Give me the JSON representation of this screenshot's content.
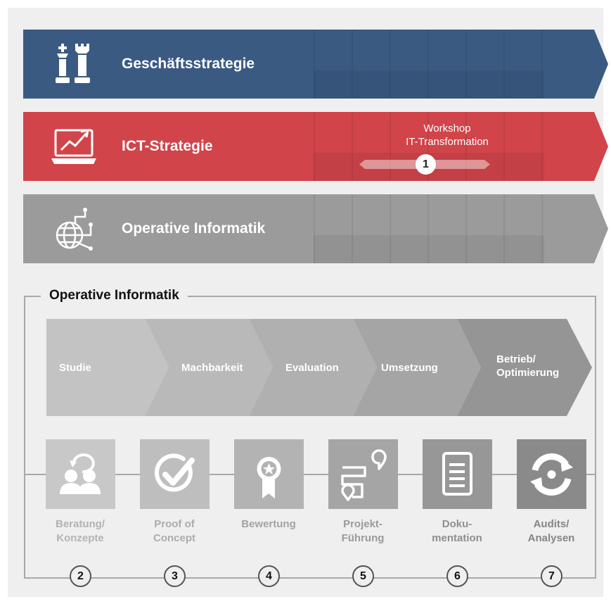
{
  "bands": [
    {
      "title": "Geschäftsstrategie",
      "color": "#3a5a82",
      "icon": "chess-icon"
    },
    {
      "title": "ICT-Strategie",
      "color": "#d0444a",
      "icon": "laptop-growth-chart-icon"
    },
    {
      "title": "Operative Informatik",
      "color": "#9b9b9b",
      "icon": "globe-network-icon"
    }
  ],
  "workshop": {
    "label_line1": "Workshop",
    "label_line2": "IT-Transformation",
    "number": "1"
  },
  "section": {
    "title": "Operative Informatik"
  },
  "phases": [
    {
      "label": "Studie",
      "color": "#c3c3c3"
    },
    {
      "label": "Machbarkeit",
      "color": "#b9b9b9"
    },
    {
      "label": "Evaluation",
      "color": "#b0b0b0"
    },
    {
      "label": "Umsetzung",
      "color": "#a5a5a5"
    },
    {
      "label_line1": "Betrieb/",
      "label_line2": "Optimierung",
      "color": "#959595"
    }
  ],
  "services": [
    {
      "line1": "Beratung/",
      "line2": "Konzepte",
      "number": "2",
      "icon": "consulting-people-icon",
      "tile_color": "#c8c8c8",
      "text_color": "#b3b3b3"
    },
    {
      "line1": "Proof of",
      "line2": "Concept",
      "number": "3",
      "icon": "checkmark-circle-icon",
      "tile_color": "#bebebe",
      "text_color": "#acacac"
    },
    {
      "line1": "Bewertung",
      "line2": "",
      "number": "4",
      "icon": "award-ribbon-icon",
      "tile_color": "#b3b3b3",
      "text_color": "#a3a3a3"
    },
    {
      "line1": "Projekt-",
      "line2": "Führung",
      "number": "5",
      "icon": "route-map-pin-icon",
      "tile_color": "#a5a5a5",
      "text_color": "#9a9a9a"
    },
    {
      "line1": "Doku-",
      "line2": "mentation",
      "number": "6",
      "icon": "document-icon",
      "tile_color": "#979797",
      "text_color": "#8f8f8f"
    },
    {
      "line1": "Audits/",
      "line2": "Analysen",
      "number": "7",
      "icon": "refresh-cycle-icon",
      "tile_color": "#8a8a8a",
      "text_color": "#858585"
    }
  ]
}
